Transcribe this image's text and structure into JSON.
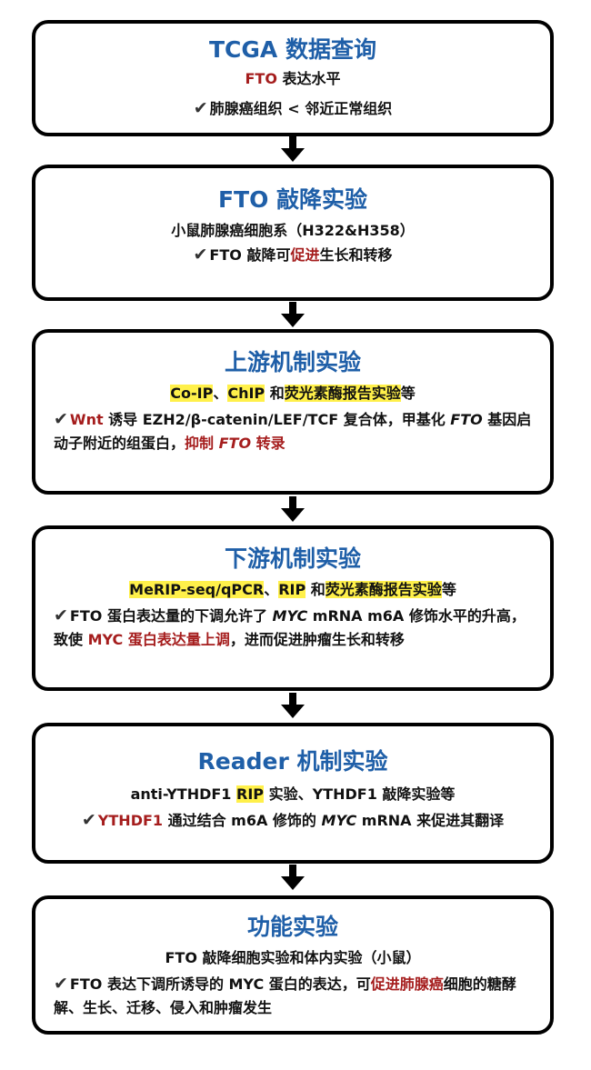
{
  "colors": {
    "title_blue": "#1f5fa8",
    "accent_red": "#a51d1d",
    "highlight_yellow": "#fff04a",
    "border_black": "#000000"
  },
  "check_mark": "✔",
  "steps": [
    {
      "title": "TCGA 数据查询",
      "line1_a": "FTO",
      "line1_b": " 表达水平",
      "result": "肺腺癌组织 < 邻近正常组织"
    },
    {
      "title": "FTO 敲降实验",
      "line1": "小鼠肺腺癌细胞系（H322&H358）",
      "result_a": "FTO 敲降可",
      "result_b": "促进",
      "result_c": "生长和转移"
    },
    {
      "title": "上游机制实验",
      "method_a": "Co-IP",
      "method_sep1": "、",
      "method_b": "ChIP",
      "method_sep2": " 和",
      "method_c": "荧光素酶报告实验",
      "method_end": "等",
      "result_a": "Wnt",
      "result_b": " 诱导 EZH2/β-catenin/LEF/TCF 复合体，甲基化 ",
      "result_c": "FTO",
      "result_d": " 基因启动子附近的组蛋白，",
      "result_e": "抑制 ",
      "result_f": "FTO",
      "result_g": " 转录"
    },
    {
      "title": "下游机制实验",
      "method_a": "MeRIP-seq/qPCR",
      "method_sep1": "、",
      "method_b": "RIP",
      "method_sep2": " 和",
      "method_c": "荧光素酶报告实验",
      "method_end": "等",
      "result_a": "FTO 蛋白表达量的下调允许了 ",
      "result_b": "MYC",
      "result_c": " mRNA m6A 修饰水平的升高，致使 ",
      "result_d": "MYC 蛋白表达量上调",
      "result_e": "，进而促进肿瘤生长和转移"
    },
    {
      "title": "Reader 机制实验",
      "method_a": "anti-YTHDF1 ",
      "method_b": "RIP",
      "method_c": " 实验、YTHDF1 敲降实验等",
      "result_a": "YTHDF1",
      "result_b": " 通过结合 m6A 修饰的 ",
      "result_c": "MYC",
      "result_d": " mRNA 来促进其翻译"
    },
    {
      "title": "功能实验",
      "line1": "FTO 敲降细胞实验和体内实验（小鼠）",
      "result_a": "FTO 表达下调所诱导的 MYC 蛋白的表达，可",
      "result_b": "促进肺腺癌",
      "result_c": "细胞的糖酵解、生长、迁移、侵入和肿瘤发生"
    }
  ]
}
